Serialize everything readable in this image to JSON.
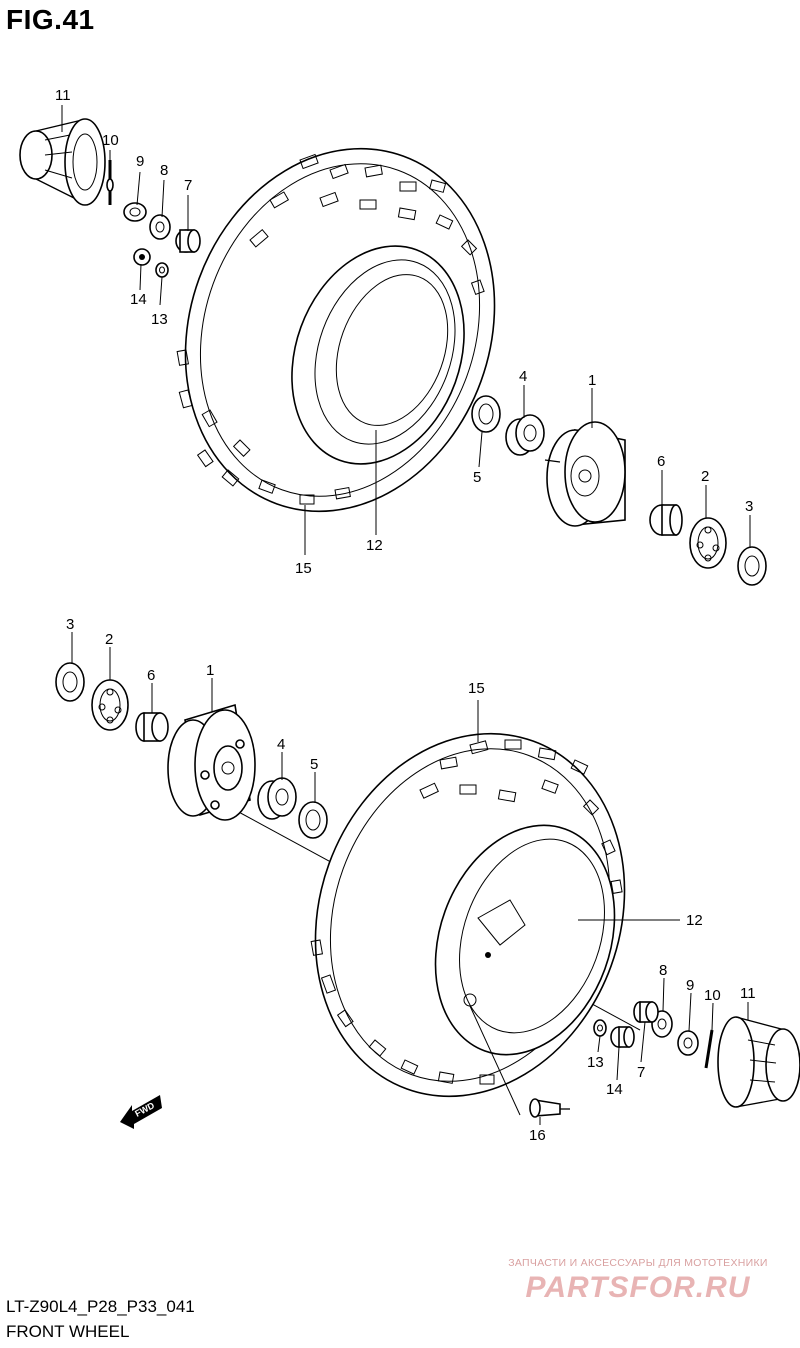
{
  "figure_title": "FIG.41",
  "model_code": "LT-Z90L4_P28_P33_041",
  "caption": "FRONT WHEEL",
  "fwd_badge": "FWD",
  "watermark": {
    "tagline": "ЗАПЧАСТИ И АКСЕССУАРЫ ДЛЯ МОТОТЕХНИКИ",
    "logo": "PARTSFOR.RU"
  },
  "callouts": {
    "top": [
      "11",
      "10",
      "9",
      "8",
      "7",
      "14",
      "13",
      "4",
      "1",
      "5",
      "6",
      "2",
      "3",
      "15",
      "12"
    ],
    "bottom": [
      "3",
      "2",
      "6",
      "1",
      "4",
      "5",
      "15",
      "12",
      "8",
      "9",
      "10",
      "11",
      "13",
      "7",
      "14",
      "16"
    ]
  }
}
